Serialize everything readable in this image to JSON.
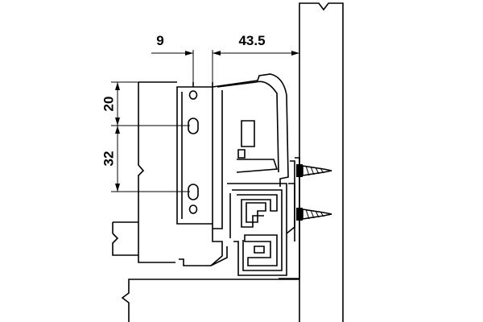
{
  "dimensions": {
    "top_left": "9",
    "top_right": "43.5",
    "side_upper": "20",
    "side_lower": "32"
  }
}
